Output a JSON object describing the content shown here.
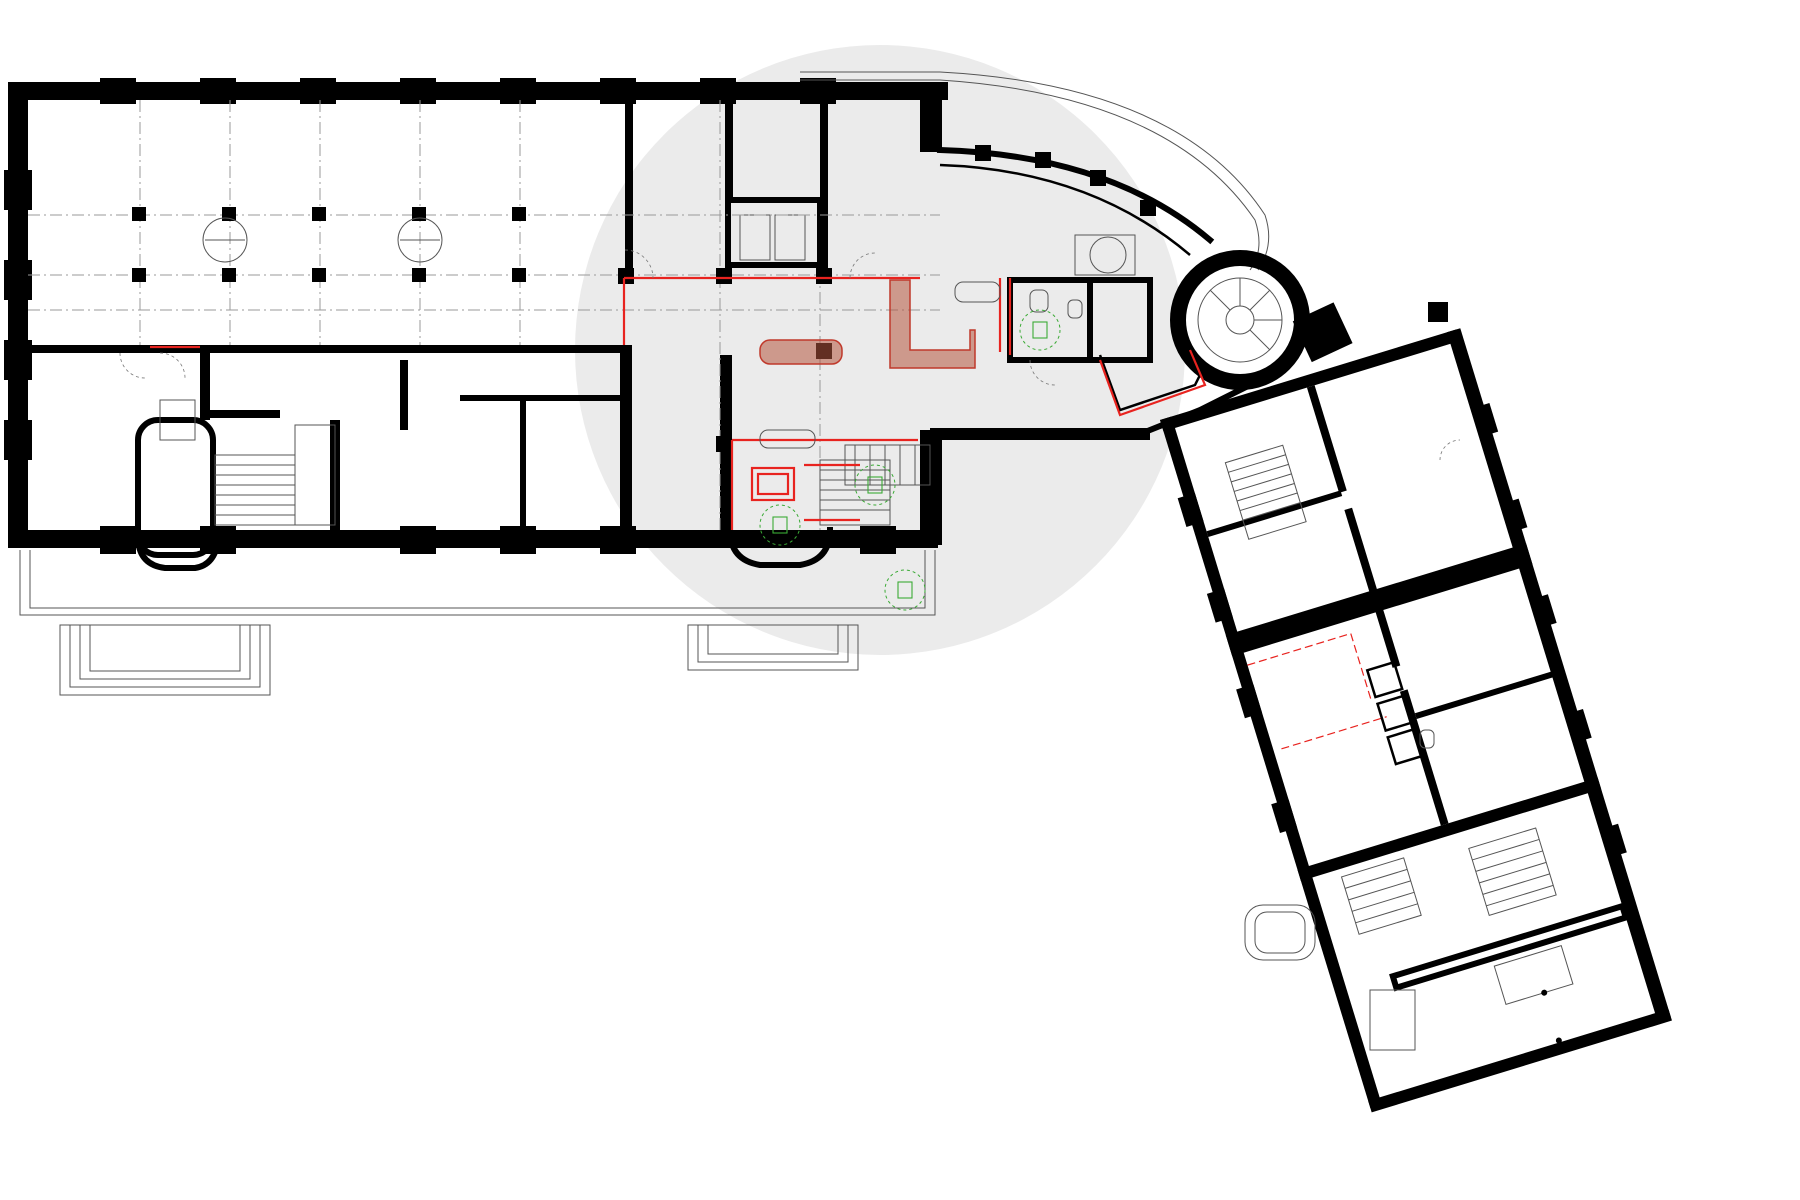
{
  "drawing": {
    "colors": {
      "background": "#ffffff",
      "wall": "#000000",
      "highlight_zone": "#ebebeb",
      "new_construction": "#e8231f",
      "furniture_fill": "#b5553e",
      "accessibility": "#3aaa35",
      "grid": "#9a9a9a"
    },
    "elements": [
      "main-wing",
      "curved-connector",
      "spiral-stair-tower",
      "side-wing",
      "highlight-zone",
      "new-partitions",
      "reception-desk",
      "lift-platform",
      "wc-units",
      "wheelchair-turning-circles"
    ]
  }
}
